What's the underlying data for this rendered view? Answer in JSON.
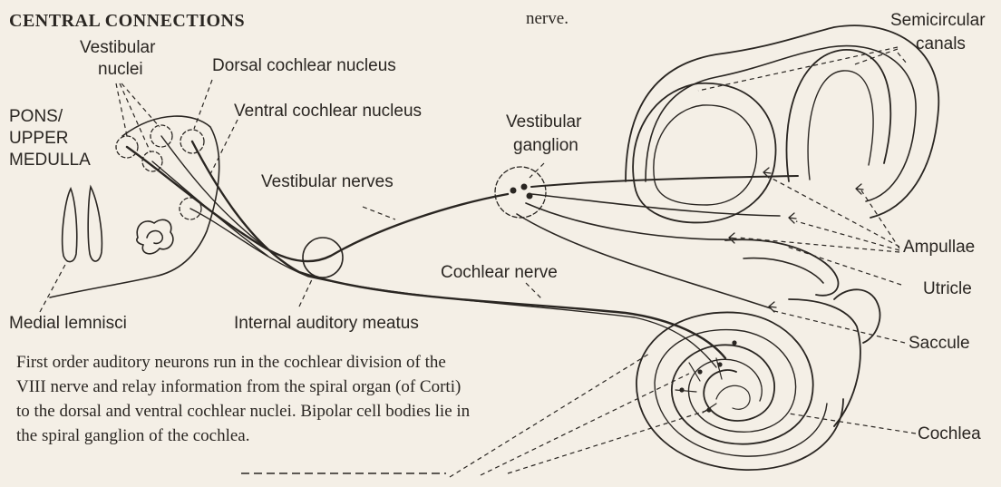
{
  "heading": "CENTRAL CONNECTIONS",
  "top_fragment": "nerve.",
  "labels": {
    "vestibular_nuclei_1": "Vestibular",
    "vestibular_nuclei_2": "nuclei",
    "dorsal_cochlear": "Dorsal cochlear nucleus",
    "ventral_cochlear": "Ventral cochlear nucleus",
    "pons_1": "PONS/",
    "pons_2": "UPPER",
    "pons_3": "MEDULLA",
    "vestibular_ganglion_1": "Vestibular",
    "vestibular_ganglion_2": "ganglion",
    "vestibular_nerves": "Vestibular nerves",
    "cochlear_nerve": "Cochlear nerve",
    "medial_lemnisci": "Medial lemnisci",
    "internal_auditory_meatus": "Internal auditory meatus",
    "semicircular_1": "Semicircular",
    "semicircular_2": "canals",
    "ampullae": "Ampullae",
    "utricle": "Utricle",
    "saccule": "Saccule",
    "cochlea": "Cochlea"
  },
  "body_text": "First order auditory neurons run in the cochlear division of the VIII nerve and relay information from the spiral organ (of Corti) to the dorsal and ventral cochlear nuclei. Bipolar cell bodies lie in the spiral ganglion of the cochlea.",
  "colors": {
    "paper": "#f4efe6",
    "ink": "#2a2622"
  }
}
